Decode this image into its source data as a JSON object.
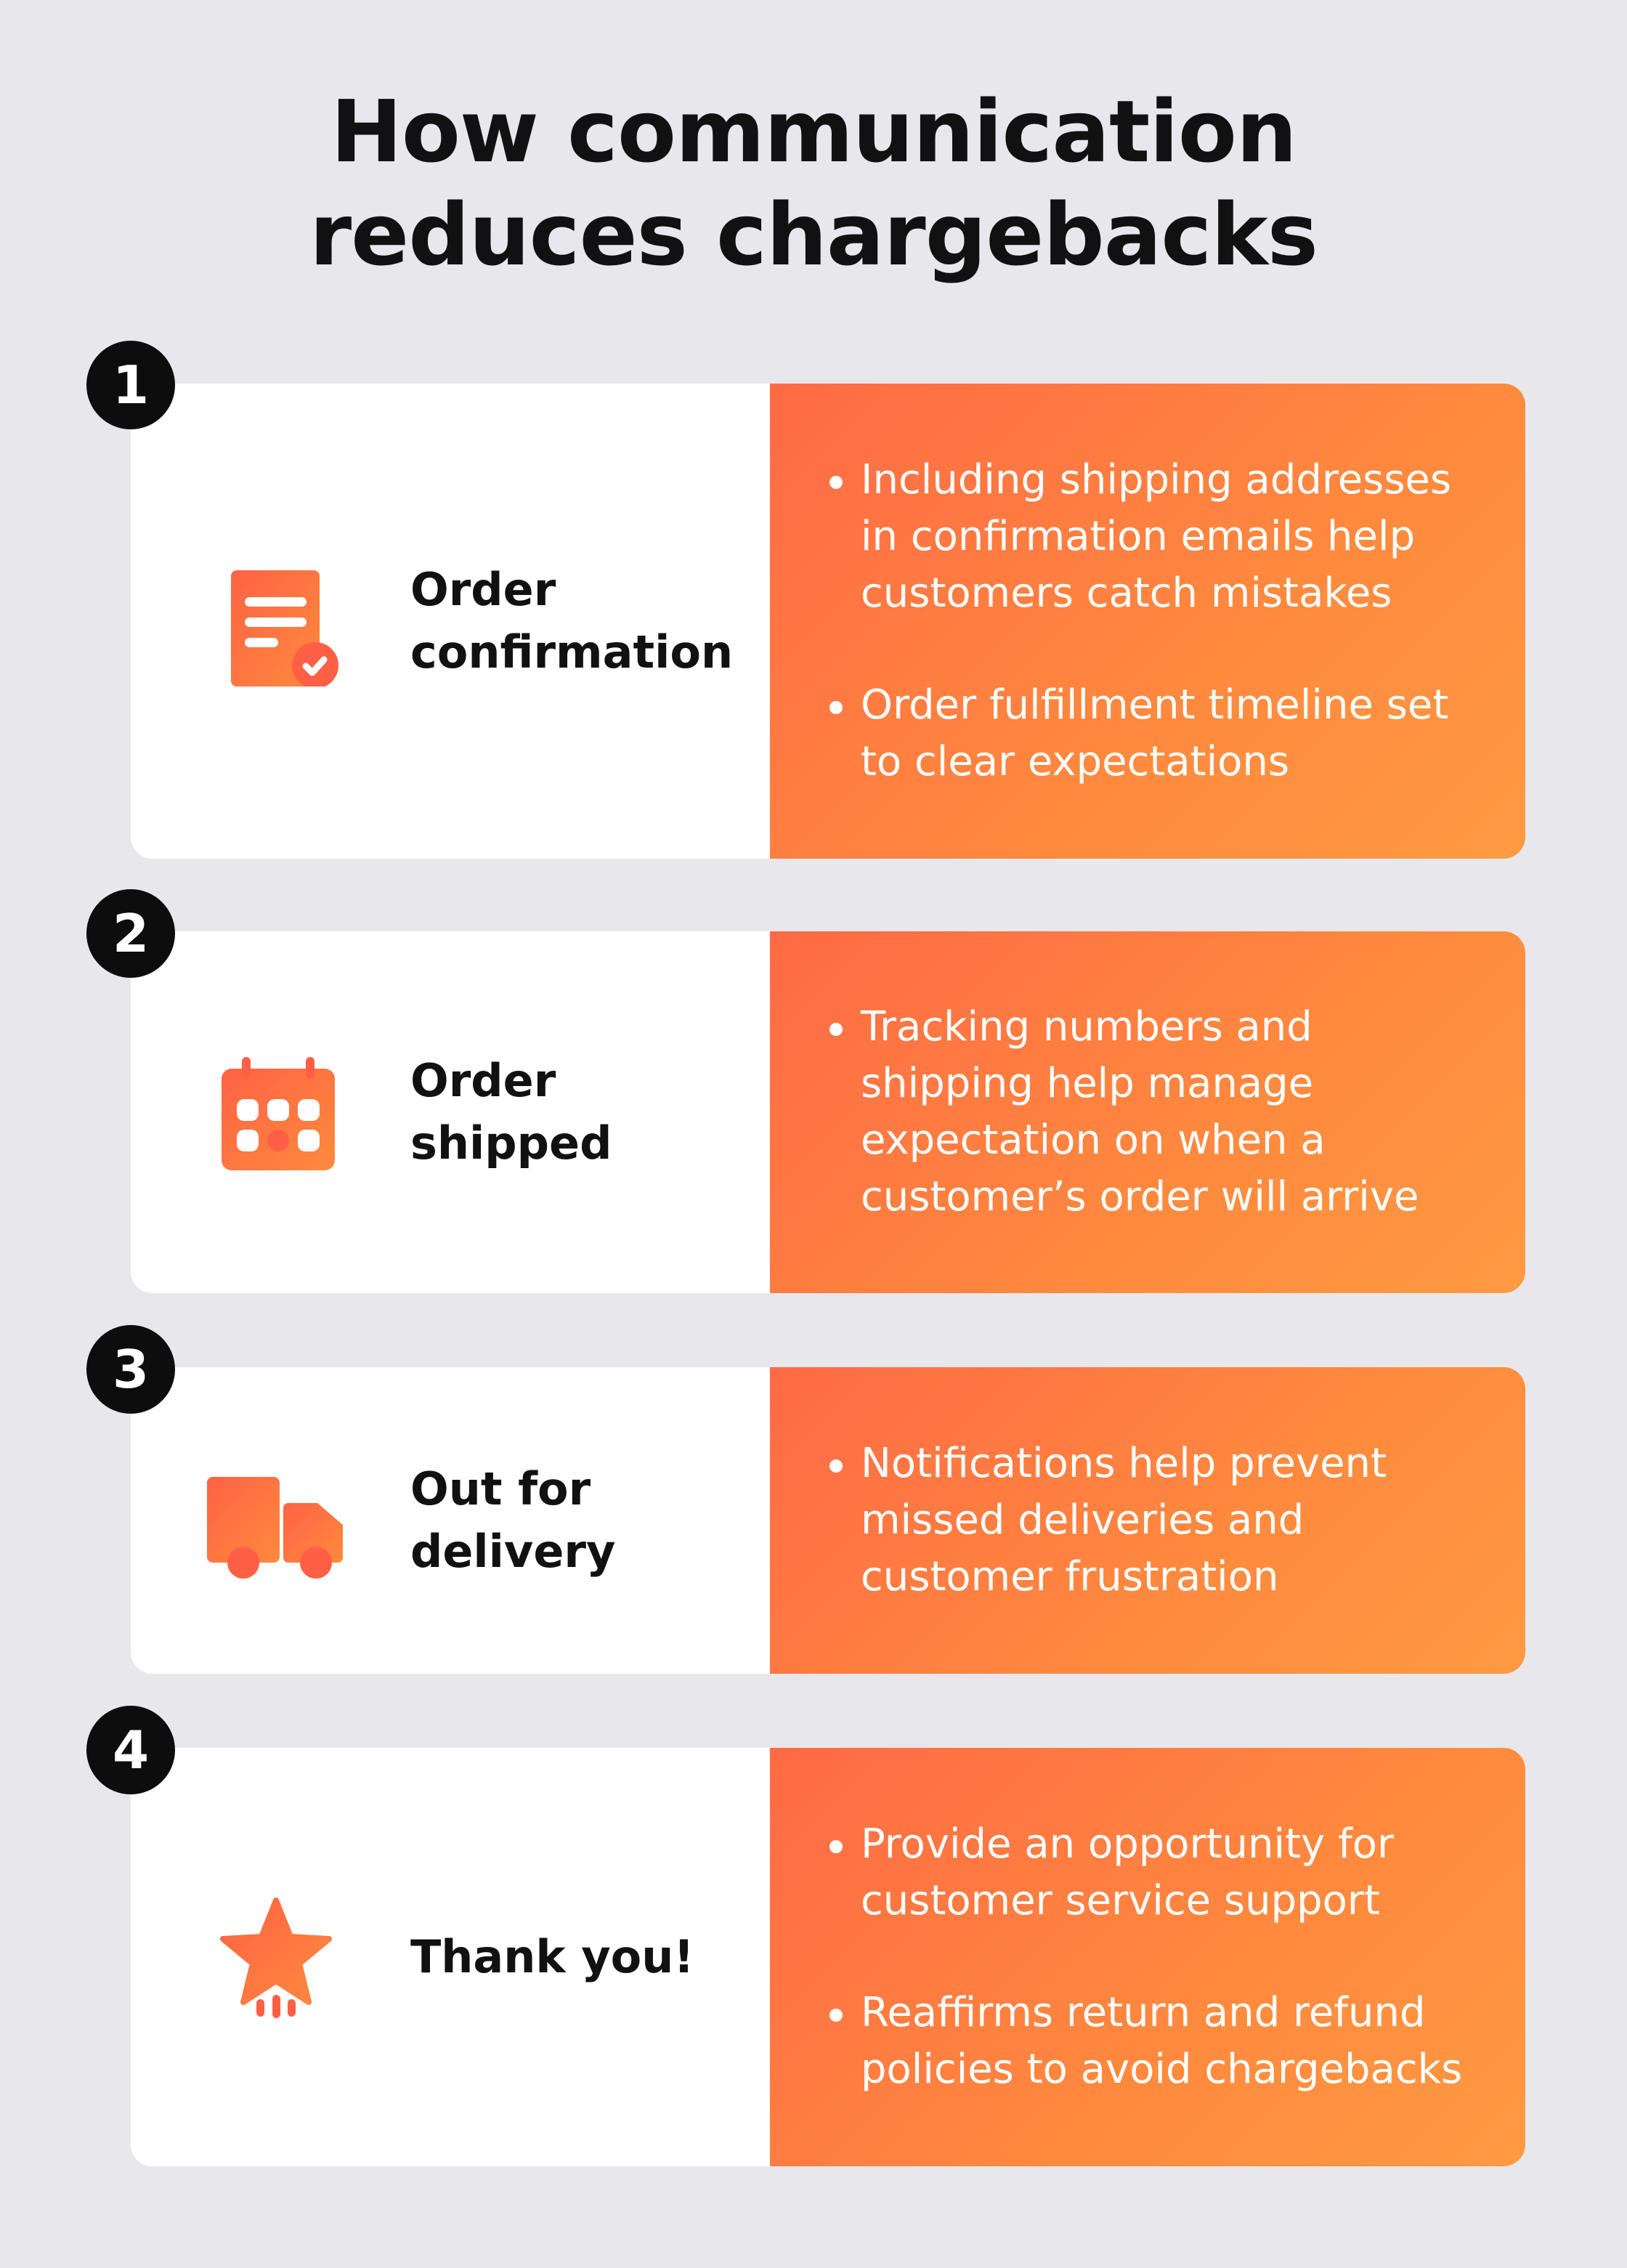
{
  "title": {
    "line1": "How communication",
    "line2": "reduces chargebacks"
  },
  "colors": {
    "background": "#e8e7ec",
    "accent_start": "#ff6a45",
    "accent_end": "#ff9a42"
  },
  "steps": [
    {
      "number": "1",
      "icon": "document-check-icon",
      "label": [
        "Order",
        "confirmation"
      ],
      "bullets": [
        "Including shipping addresses in confirmation emails help customers catch mistakes",
        "Order fulfillment timeline set to clear expectations"
      ]
    },
    {
      "number": "2",
      "icon": "calendar-icon",
      "label": [
        "Order",
        "shipped"
      ],
      "bullets": [
        "Tracking numbers and shipping help manage expectation on when a customer’s order will arrive"
      ]
    },
    {
      "number": "3",
      "icon": "truck-icon",
      "label": [
        "Out for",
        "delivery"
      ],
      "bullets": [
        "Notifications help prevent missed deliveries and customer frustration"
      ]
    },
    {
      "number": "4",
      "icon": "star-icon",
      "label": [
        "Thank you!"
      ],
      "bullets": [
        "Provide an opportunity for customer service support",
        "Reaffirms return and refund policies to avoid chargebacks"
      ]
    }
  ]
}
